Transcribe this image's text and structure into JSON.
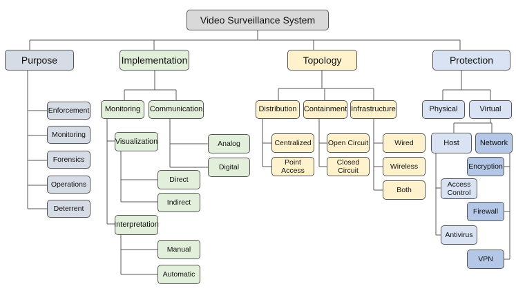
{
  "root": "Video Surveillance System",
  "purpose": {
    "label": "Purpose",
    "items": [
      "Enforcement",
      "Monitoring",
      "Forensics",
      "Operations",
      "Deterrent"
    ]
  },
  "implementation": {
    "label": "Implementation",
    "monitoring": "Monitoring",
    "communication": "Communication",
    "visualization": "Visualization",
    "interpretation": "Interpretation",
    "direct": "Direct",
    "indirect": "Indirect",
    "manual": "Manual",
    "automatic": "Automatic",
    "analog": "Analog",
    "digital": "Digital"
  },
  "topology": {
    "label": "Topology",
    "distribution": "Distribution",
    "containment": "Containment",
    "infrastructure": "Infrastructure",
    "centralized": "Centralized",
    "point_access": "Point Access",
    "open_circuit": "Open Circuit",
    "closed_circuit": "Closed Circuit",
    "wired": "Wired",
    "wireless": "Wireless",
    "both": "Both"
  },
  "protection": {
    "label": "Protection",
    "physical": "Physical",
    "virtual": "Virtual",
    "host": "Host",
    "network": "Network",
    "access_control": "Access Control",
    "antivirus": "Antivirus",
    "encryption": "Encryption",
    "firewall": "Firewall",
    "vpn": "VPN"
  },
  "colors": {
    "root": "#d9d9d9",
    "purpose": "#d6dce5",
    "implementation": "#e2efda",
    "topology": "#fff2cc",
    "protection": "#dae3f3",
    "protection_dark": "#b4c7e7"
  }
}
